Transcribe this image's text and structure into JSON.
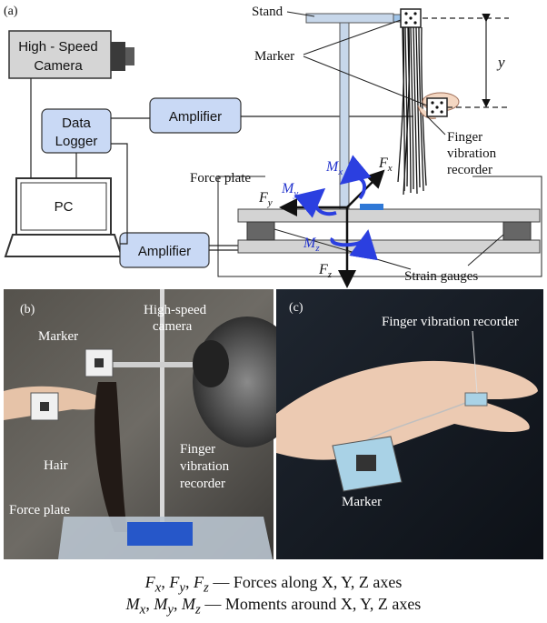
{
  "panels": {
    "a": {
      "tag": "(a)",
      "boxes": {
        "camera": "High - Speed\nCamera",
        "data_logger": "Data\nLogger",
        "amplifier_top": "Amplifier",
        "pc": "PC",
        "amplifier_bottom": "Amplifier"
      },
      "labels": {
        "stand": "Stand",
        "marker": "Marker",
        "y": "y",
        "finger_recorder": "Finger\nvibration\nrecorder",
        "force_plate": "Force plate",
        "strain_gauges": "Strain gauges",
        "mx": "M",
        "mx_sub": "x",
        "my": "M",
        "my_sub": "y",
        "mz": "M",
        "mz_sub": "z",
        "fx": "F",
        "fx_sub": "x",
        "fy": "F",
        "fy_sub": "y",
        "fz": "F",
        "fz_sub": "z"
      }
    },
    "b": {
      "tag": "(b)",
      "labels": {
        "marker": "Marker",
        "high_speed_camera": "High-speed\ncamera",
        "hair": "Hair",
        "finger_recorder": "Finger\nvibration\nrecorder",
        "force_plate": "Force plate"
      }
    },
    "c": {
      "tag": "(c)",
      "labels": {
        "finger_recorder": "Finger vibration recorder",
        "marker": "Marker"
      }
    }
  },
  "legend": {
    "forces_vars": [
      "F",
      "x",
      "F",
      "y",
      "F",
      "z"
    ],
    "forces_text": " — Forces along X, Y, Z axes",
    "moments_vars": [
      "M",
      "x",
      "M",
      "y",
      "M",
      "z"
    ],
    "moments_text": " — Moments around X, Y, Z axes"
  },
  "colors": {
    "box_fill": "#c9d9f5",
    "arrow_blue": "#2b3fe0",
    "stand": "#c7d7ea"
  }
}
